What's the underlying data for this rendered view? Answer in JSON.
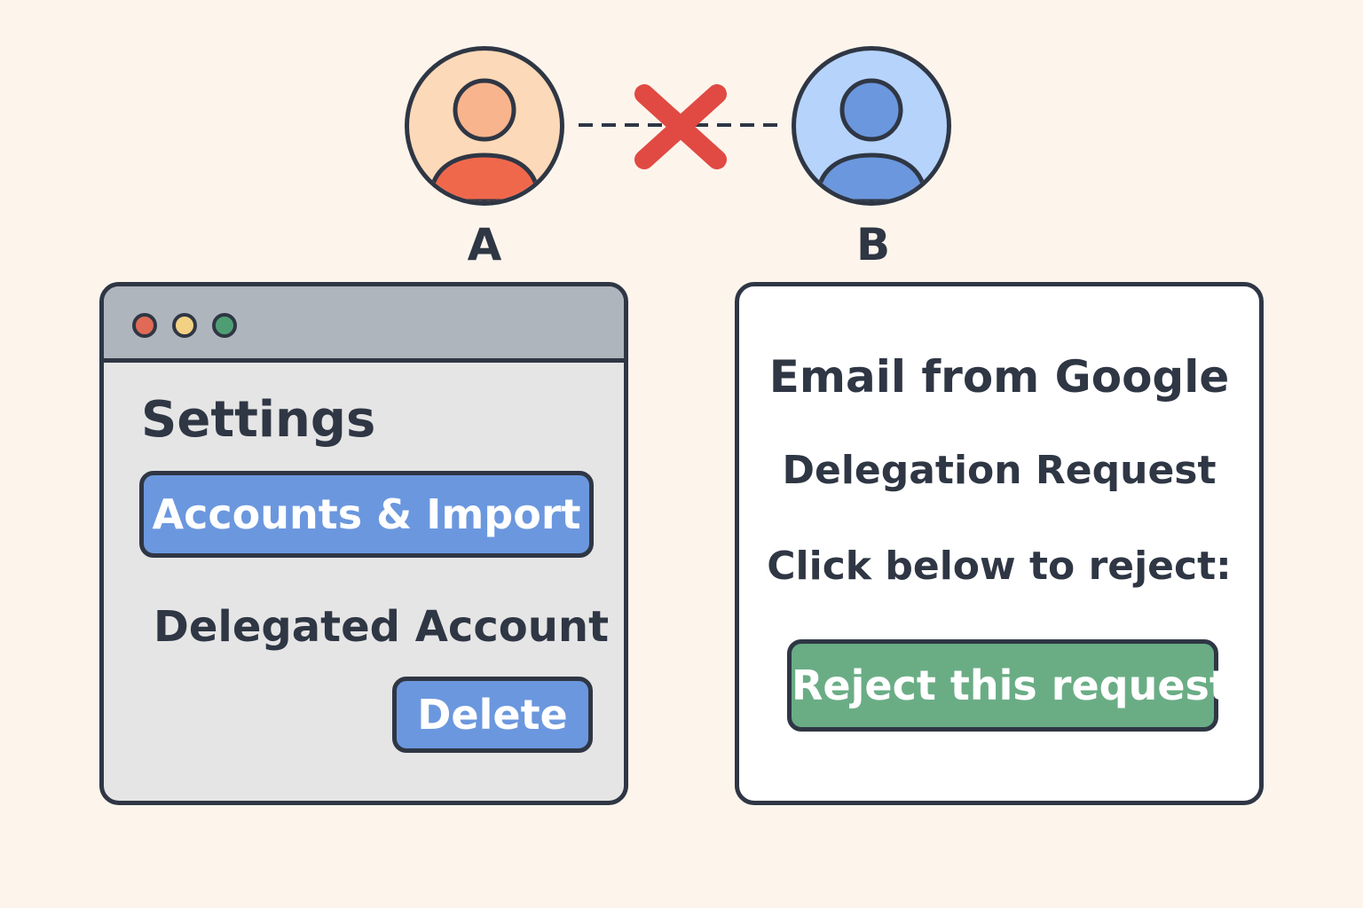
{
  "people": {
    "a_label": "A",
    "b_label": "B"
  },
  "colors": {
    "background": "#fdf5ec",
    "person_a_light": "#fcd9b8",
    "person_a_dark": "#f0684c",
    "person_b_light": "#b6d3fb",
    "person_b_dark": "#6b97de",
    "blocked_x": "#e04a43",
    "primary_button": "#6b97de",
    "reject_button": "#6aad85",
    "outline": "#2f3644"
  },
  "icons": {
    "person_a": "user-avatar-icon",
    "person_b": "user-avatar-icon",
    "connection": "broken-connection-x-icon"
  },
  "settings_window": {
    "title": "Settings",
    "accounts_button": "Accounts & Import",
    "delegated_label": "Delegated Account",
    "delete_button": "Delete"
  },
  "email": {
    "title": "Email from Google",
    "subject": "Delegation Request",
    "instruction": "Click below to reject:",
    "reject_button": "Reject this request"
  }
}
